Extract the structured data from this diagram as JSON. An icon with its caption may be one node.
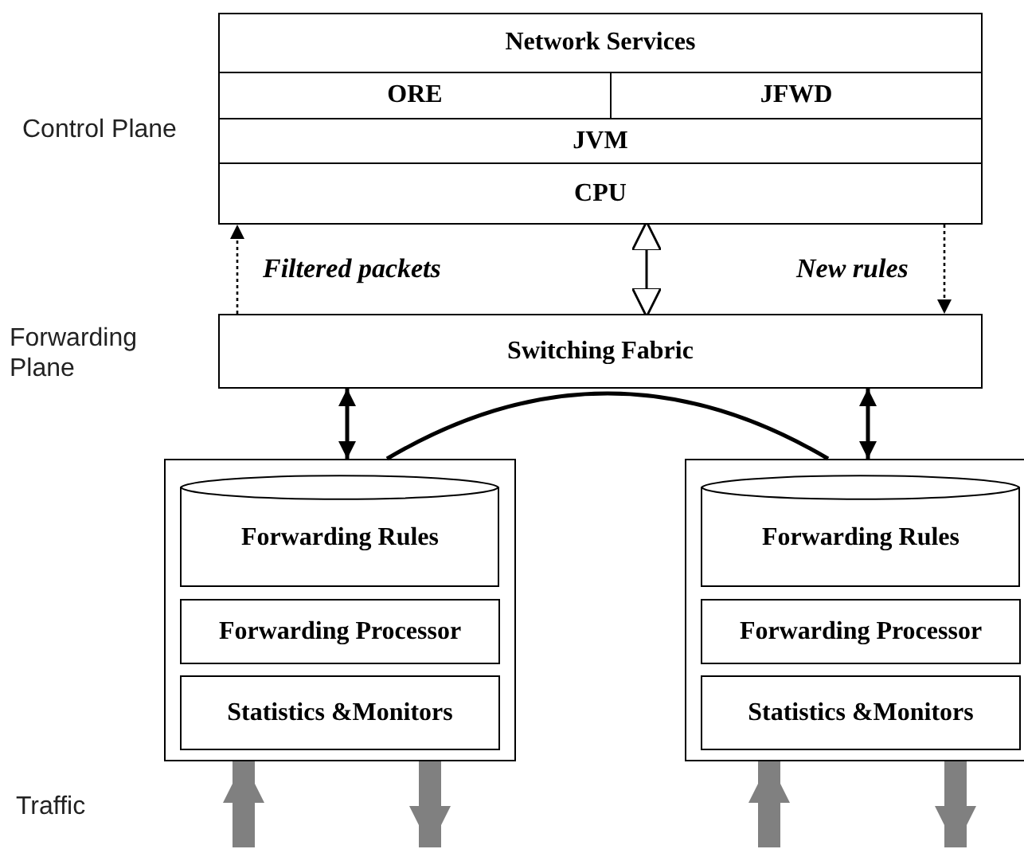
{
  "diagram": {
    "nodes": [
      {
        "text": [
          "Network Services"
        ]
      },
      {
        "text": [
          "ORE"
        ]
      },
      {
        "text": [
          "JFWD"
        ]
      },
      {
        "text": [
          "JVM"
        ]
      },
      {
        "text": [
          "CPU"
        ]
      },
      {
        "text": [
          "Switching Fabric"
        ]
      },
      {
        "text": [],
        "shape": "box"
      },
      {
        "text": [
          "Forwarding Rules"
        ],
        "in": 6
      },
      {
        "text": [
          "Forwarding Processor"
        ],
        "in": 6
      },
      {
        "text": [
          "Statistics &Monitors"
        ],
        "in": 6
      },
      {
        "text": [],
        "shape": "box"
      },
      {
        "text": [
          "Forwarding Rules"
        ],
        "in": 10
      },
      {
        "text": [
          "Forwarding Processor"
        ],
        "in": 10
      },
      {
        "text": [
          "Statistics &Monitors"
        ],
        "in": 10
      }
    ],
    "edges": [
      {
        "from": 4,
        "to": 5,
        "arrow": "both"
      },
      {
        "from": 5,
        "to": 4,
        "arrow": "to",
        "style": "dashed",
        "label": "Filtered packets"
      },
      {
        "from": 4,
        "to": 5,
        "arrow": "to",
        "style": "dashed",
        "label": "New rules"
      },
      {
        "from": 5,
        "to": 6,
        "arrow": "both"
      },
      {
        "from": 5,
        "to": 10,
        "arrow": "both"
      },
      {
        "from": 6,
        "to": 10,
        "arrow": "none"
      },
      {
        "from": null,
        "to": 6,
        "arrow": "to",
        "style": "thick",
        "color": "#808080"
      },
      {
        "from": 6,
        "to": null,
        "arrow": "to",
        "style": "thick",
        "color": "#808080"
      },
      {
        "from": null,
        "to": 10,
        "arrow": "to",
        "style": "thick",
        "color": "#808080"
      },
      {
        "from": 10,
        "to": null,
        "arrow": "to",
        "style": "thick",
        "color": "#808080"
      }
    ],
    "labels": [
      "Control Plane",
      "Forwarding Plane",
      "Traffic"
    ]
  }
}
